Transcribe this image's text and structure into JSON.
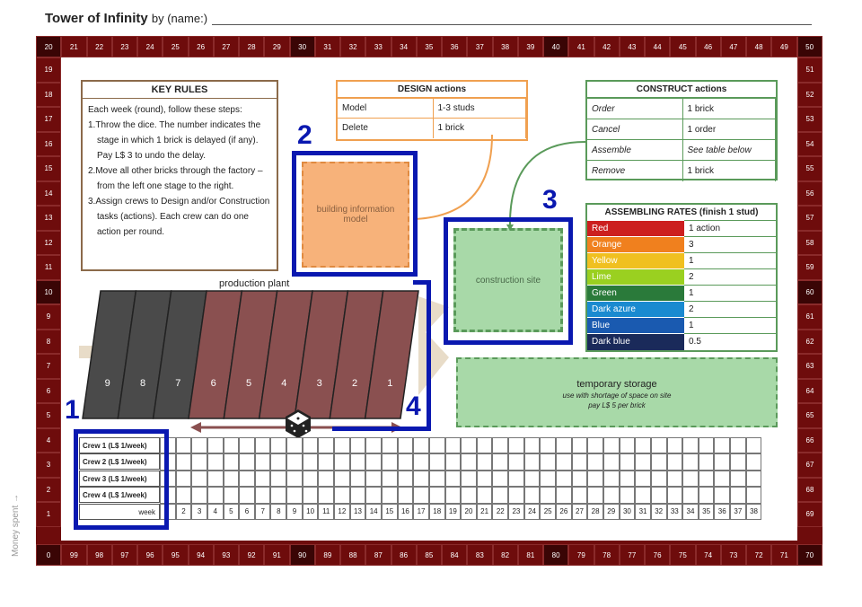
{
  "header": {
    "title": "Tower of Infinity",
    "by_label": "by (name:)"
  },
  "track": {
    "top": [
      "20",
      "21",
      "22",
      "23",
      "24",
      "25",
      "26",
      "27",
      "28",
      "29",
      "30",
      "31",
      "32",
      "33",
      "34",
      "35",
      "36",
      "37",
      "38",
      "39",
      "40",
      "41",
      "42",
      "43",
      "44",
      "45",
      "46",
      "47",
      "48",
      "49",
      "50"
    ],
    "bottom": [
      "0",
      "99",
      "98",
      "97",
      "96",
      "95",
      "94",
      "93",
      "92",
      "91",
      "90",
      "89",
      "88",
      "87",
      "86",
      "85",
      "84",
      "83",
      "82",
      "81",
      "80",
      "79",
      "78",
      "77",
      "76",
      "75",
      "74",
      "73",
      "72",
      "71",
      "70"
    ],
    "left": [
      "19",
      "18",
      "17",
      "16",
      "15",
      "14",
      "13",
      "12",
      "11",
      "10",
      "9",
      "8",
      "7",
      "6",
      "5",
      "4",
      "3",
      "2",
      "1"
    ],
    "right": [
      "51",
      "52",
      "53",
      "54",
      "55",
      "56",
      "57",
      "58",
      "59",
      "60",
      "61",
      "62",
      "63",
      "64",
      "65",
      "66",
      "67",
      "68",
      "69"
    ],
    "dark": [
      "0",
      "10",
      "20",
      "30",
      "40",
      "50",
      "60",
      "70",
      "80",
      "90"
    ],
    "color": "#6e0c0c"
  },
  "money_label": "Money spent →",
  "key_rules": {
    "title": "KEY RULES",
    "intro": "Each week (round), follow these steps:",
    "steps": [
      "1.Throw the dice. The number indicates the stage in which 1 brick is delayed (if any). Pay L$ 3 to undo the delay.",
      "2.Move all other bricks through the factory – from the left one stage to the right.",
      "3.Assign crews to Design and/or Construction tasks (actions). Each crew can do one action per round."
    ]
  },
  "design": {
    "title": "DESIGN actions",
    "rows": [
      [
        "Model",
        "1-3 studs"
      ],
      [
        "Delete",
        "1 brick"
      ]
    ]
  },
  "construct": {
    "title": "CONSTRUCT actions",
    "rows": [
      [
        "Order",
        "1 brick"
      ],
      [
        "Cancel",
        "1 order"
      ],
      [
        "Assemble",
        "See table below"
      ],
      [
        "Remove",
        "1 brick"
      ]
    ]
  },
  "rates": {
    "title": "ASSEMBLING RATES (finish 1 stud)",
    "rows": [
      {
        "name": "Red",
        "value": "1 action",
        "color": "#cc1f1f"
      },
      {
        "name": "Orange",
        "value": "3",
        "color": "#f0801e"
      },
      {
        "name": "Yellow",
        "value": "1",
        "color": "#f0c020"
      },
      {
        "name": "Lime",
        "value": "2",
        "color": "#9ad020"
      },
      {
        "name": "Green",
        "value": "1",
        "color": "#2a7a3a"
      },
      {
        "name": "Dark azure",
        "value": "2",
        "color": "#1a8ad0"
      },
      {
        "name": "Blue",
        "value": "1",
        "color": "#1a5ab0"
      },
      {
        "name": "Dark blue",
        "value": "0.5",
        "color": "#1a2a5a"
      }
    ]
  },
  "bim": {
    "label": "building information model"
  },
  "site": {
    "label": "construction site"
  },
  "storage": {
    "title": "temporary storage",
    "line1": "use with shortage of space on site",
    "line2": "pay L$ 5 per brick"
  },
  "plant": {
    "label": "production plant",
    "stages": [
      "9",
      "8",
      "7",
      "6",
      "5",
      "4",
      "3",
      "2",
      "1"
    ],
    "dark_color": "#4a4a4a",
    "red_color": "#8a5050"
  },
  "markers": [
    "1",
    "2",
    "3",
    "4"
  ],
  "crews": {
    "rows": [
      "Crew 1 (L$ 1/week)",
      "Crew 2 (L$ 1/week)",
      "Crew 3 (L$ 1/week)",
      "Crew 4 (L$ 1/week)"
    ],
    "week_label": "week",
    "weeks": [
      "1",
      "2",
      "3",
      "4",
      "5",
      "6",
      "7",
      "8",
      "9",
      "10",
      "11",
      "12",
      "13",
      "14",
      "15",
      "16",
      "17",
      "18",
      "19",
      "20",
      "21",
      "22",
      "23",
      "24",
      "25",
      "26",
      "27",
      "28",
      "29",
      "30",
      "31",
      "32",
      "33",
      "34",
      "35",
      "36",
      "37",
      "38"
    ]
  }
}
